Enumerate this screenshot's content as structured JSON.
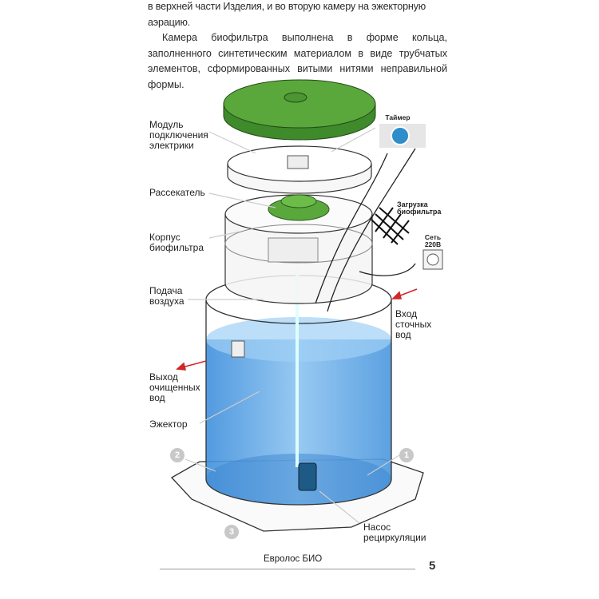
{
  "text": {
    "line1": "в верхней части Изделия, и во вторую камеру на эжекторную аэрацию.",
    "paragraph2": "Камера биофильтра выполнена в форме кольца, заполненного синтетическим материалом в виде трубчатых элементов, сформированных витыми нитями неправильной формы."
  },
  "diagram": {
    "labels": {
      "module": "Модуль\nподключения\nэлектрики",
      "scatter": "Рассекатель",
      "body": "Корпус\nбиофильтра",
      "air": "Подача\nвоздуха",
      "outlet": "Выход\nочищенных\nвод",
      "ejector": "Эжектор",
      "timer": "Таймер",
      "load": "Загрузка\nбиофильтра",
      "mains": "Сеть\n220В",
      "inlet": "Вход\nсточных\nвод",
      "pump": "Насос\nрециркуляции"
    },
    "numbers": [
      "1",
      "2",
      "3"
    ],
    "colors": {
      "lid": "#5aa83c",
      "water": "#5aa6e6",
      "arrow": "#d0282a"
    }
  },
  "caption": "Евролос БИО",
  "footer": {
    "page_number": "5"
  }
}
